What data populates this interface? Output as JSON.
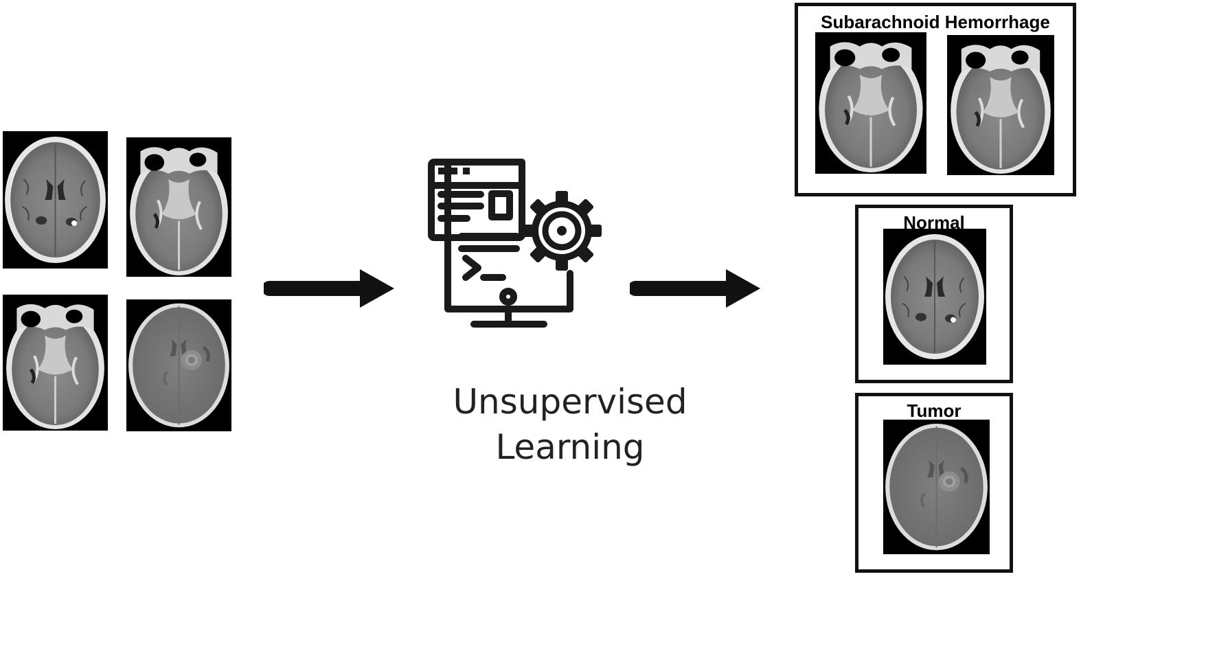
{
  "pipeline": {
    "method_label_line1": "Unsupervised",
    "method_label_line2": "Learning"
  },
  "input_scans": [
    {
      "kind": "normal"
    },
    {
      "kind": "hemorrhage"
    },
    {
      "kind": "hemorrhage"
    },
    {
      "kind": "tumor"
    }
  ],
  "clusters": [
    {
      "title": "Subarachnoid Hemorrhage",
      "scan_count": 2
    },
    {
      "title": "Normal",
      "scan_count": 1
    },
    {
      "title": "Tumor",
      "scan_count": 1
    }
  ],
  "colors": {
    "arrow": "#111111",
    "icon": "#1a1a1a",
    "border": "#111111"
  }
}
